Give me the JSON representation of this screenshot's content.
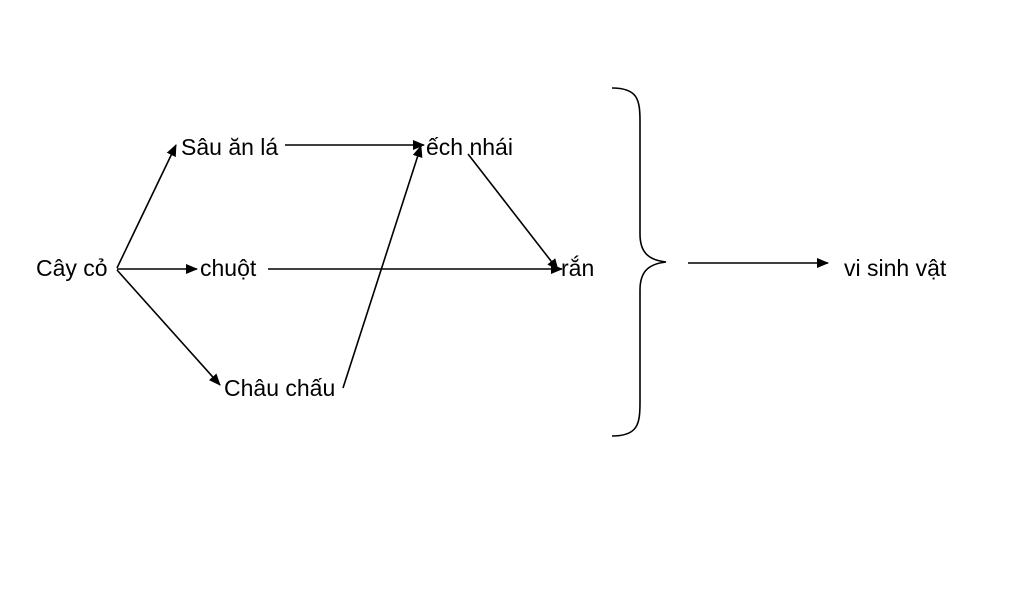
{
  "nodes": {
    "cay_co": "Cây cỏ",
    "sau_an_la": "Sâu ăn lá",
    "chuot": "chuột",
    "chau_chau": "Châu chấu",
    "ech_nhai": "ếch nhái",
    "ran": "rắn",
    "vi_sinh_vat": "vi sinh vật"
  },
  "edges": [
    {
      "from": "cay_co",
      "to": "sau_an_la"
    },
    {
      "from": "cay_co",
      "to": "chuot"
    },
    {
      "from": "cay_co",
      "to": "chau_chau"
    },
    {
      "from": "sau_an_la",
      "to": "ech_nhai"
    },
    {
      "from": "chau_chau",
      "to": "ech_nhai"
    },
    {
      "from": "ech_nhai",
      "to": "ran"
    },
    {
      "from": "chuot",
      "to": "ran"
    },
    {
      "from": "group",
      "to": "vi_sinh_vat"
    }
  ],
  "colors": {
    "line": "#000000",
    "text": "#000000",
    "background": "#ffffff"
  }
}
